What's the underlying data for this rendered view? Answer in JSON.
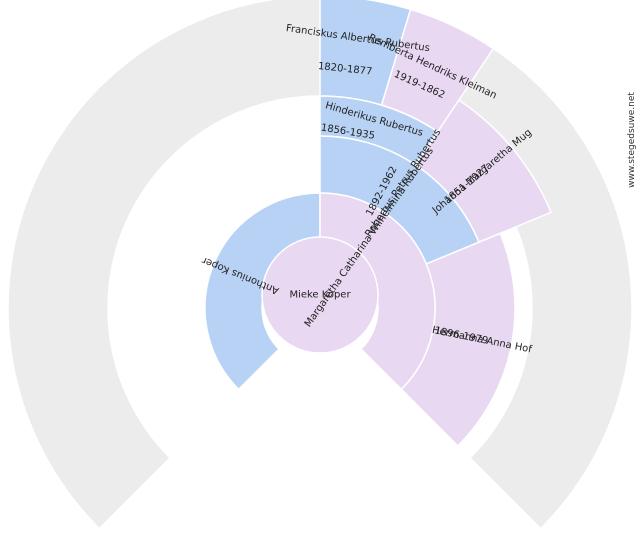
{
  "colors": {
    "male": "#b7d2f4",
    "female": "#e8d8f2",
    "empty": "#ececec",
    "stroke": "#ffffff"
  },
  "credit": "www.stegedsuwe.net",
  "root": {
    "name": "Mieke Koper"
  },
  "people": {
    "father": {
      "name": "Anthonius Koper"
    },
    "mother": {
      "name": "Margaretha Catharina Wilhelmina Rubertus"
    },
    "mother_father": {
      "name": "Robertus Petrus Rubertus",
      "years": "1892-1962"
    },
    "mother_mother": {
      "name": "Hermanna Anna Hof",
      "years": "1896-1979"
    },
    "mff": {
      "name": "Hinderikus Rubertus",
      "years": "1856-1935"
    },
    "mfm": {
      "name": "Johanna Margaretha Mug",
      "years": "1851-1927"
    },
    "mfff": {
      "name": "Franciskus Albertus Rubertus",
      "years": "1820-1877"
    },
    "mffm": {
      "name": "Remberta Hendriks Kleiman",
      "years": "1919-1862"
    }
  }
}
